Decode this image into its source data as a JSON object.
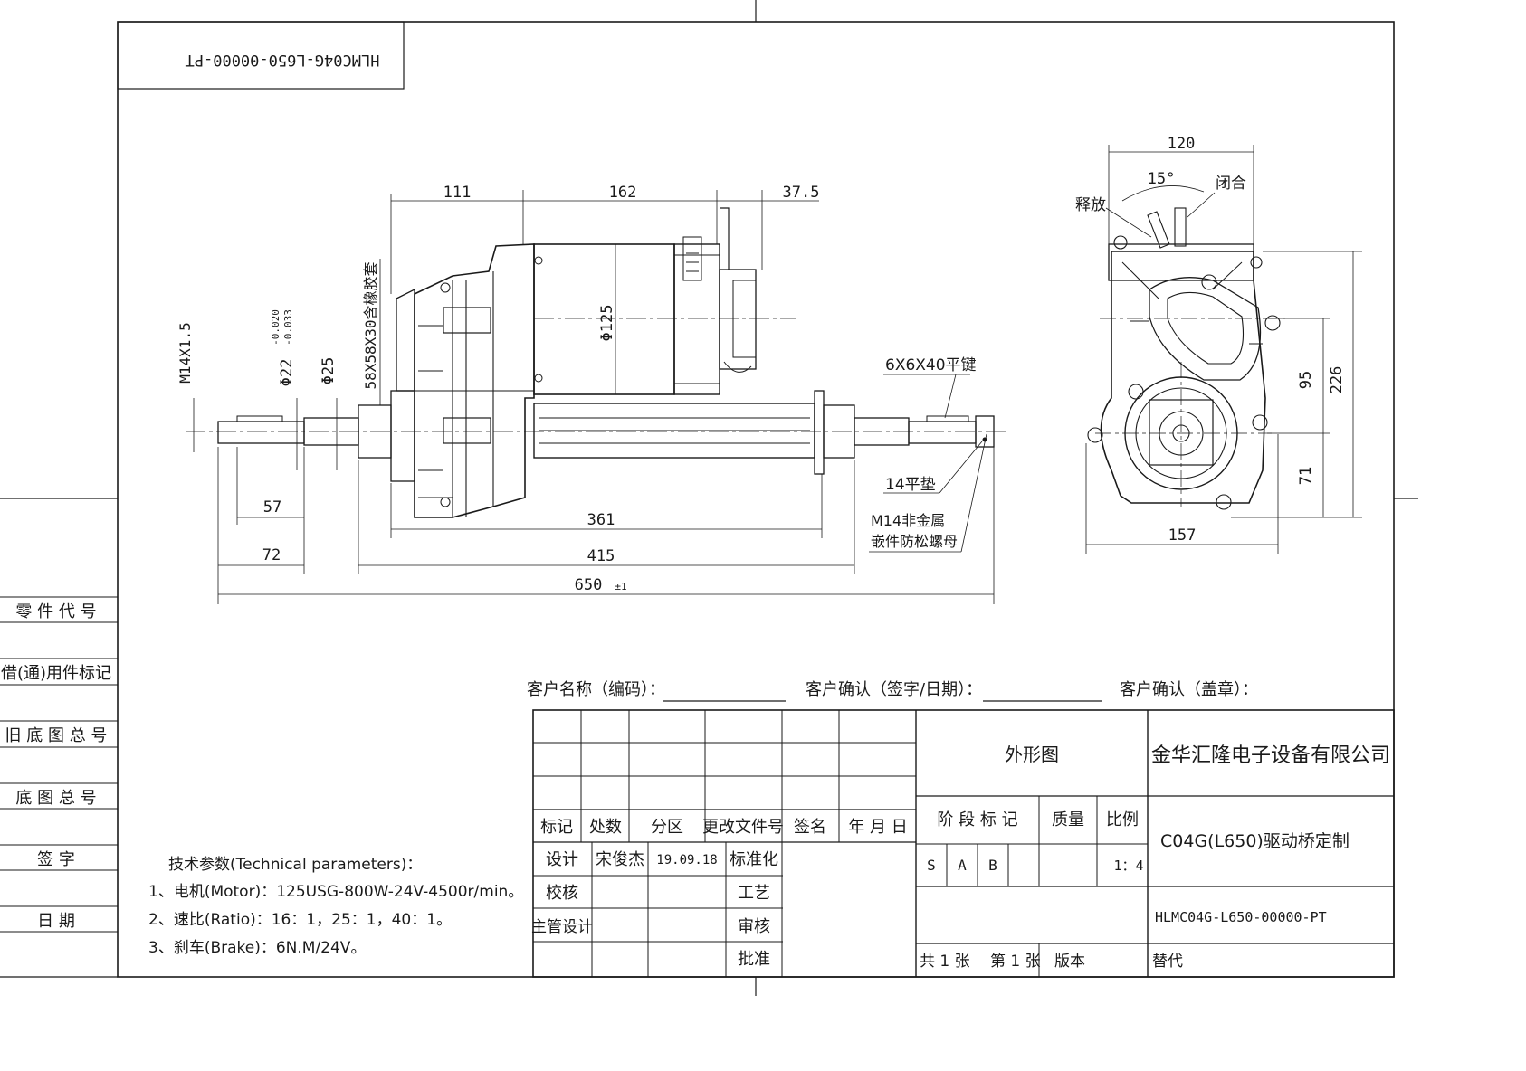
{
  "drawing_number_mirrored": "HLMC04G-L650-00000-PT",
  "side_labels": [
    "零 件 代 号",
    "借(通)用件标记",
    "旧 底 图 总 号",
    "底 图 总 号",
    "签   字",
    "日   期"
  ],
  "dimensions": {
    "d111": "111",
    "d162": "162",
    "d37_5": "37.5",
    "d125": "Φ125",
    "d58": "58X58X30含橡胶套",
    "m14": "M14X1.5",
    "d22": "Φ22",
    "tol_upper": "-0.020",
    "tol_lower": "-0.033",
    "d25": "Φ25",
    "d57": "57",
    "d72": "72",
    "d361": "361",
    "d415": "415",
    "d650": "650",
    "d650_tol": "±1",
    "key": "6X6X40平键",
    "washer": "14平垫",
    "nut_line1": "M14非金属",
    "nut_line2": "嵌件防松螺母",
    "r120": "120",
    "angle": "15°",
    "release": "释放",
    "close": "闭合",
    "r95": "95",
    "r226": "226",
    "r71": "71",
    "r157": "157"
  },
  "customer": {
    "name_label": "客户名称（编码）：",
    "confirm_sign_label": "客户确认（签字/日期）：",
    "confirm_stamp_label": "客户确认（盖章）："
  },
  "tech": {
    "title": "技术参数(Technical parameters)：",
    "line1": "1、电机(Motor)：125USG-800W-24V-4500r/min。",
    "line2": "2、速比(Ratio)：16：1，25：1，40：1。",
    "line3": "3、刹车(Brake)：6N.M/24V。"
  },
  "title_block": {
    "col_mark": "标记",
    "col_qty": "处数",
    "col_zone": "分区",
    "col_change": "更改文件号",
    "col_sign": "签名",
    "col_date": "年 月 日",
    "design": "设计",
    "designer": "宋俊杰",
    "design_date": "19.09.18",
    "standard": "标准化",
    "check": "校核",
    "process": "工艺",
    "chief": "主管设计",
    "review": "审核",
    "approve": "批准",
    "view_name": "外形图",
    "company": "金华汇隆电子设备有限公司",
    "stage": "阶 段 标 记",
    "mass": "质量",
    "scale": "比例",
    "stage_s": "S",
    "stage_a": "A",
    "stage_b": "B",
    "scale_value": "1：4",
    "product": "C04G(L650)驱动桥定制",
    "drawing_number": "HLMC04G-L650-00000-PT",
    "sheets": "共 1 张",
    "sheet_no": "第 1 张",
    "version": "版本",
    "replace": "替代"
  }
}
